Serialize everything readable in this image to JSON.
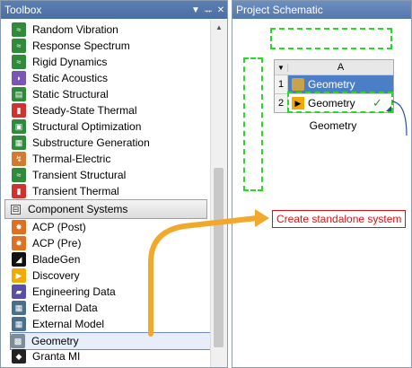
{
  "toolbox": {
    "title": "Toolbox",
    "controls": {
      "dropdown": "▼",
      "pin": "ᅲ",
      "close": "✕"
    },
    "items_top": [
      {
        "label": "Random Vibration",
        "icon": "random-vibration-icon",
        "color": "#2e8b3a"
      },
      {
        "label": "Response Spectrum",
        "icon": "response-spectrum-icon",
        "color": "#2e8b3a"
      },
      {
        "label": "Rigid Dynamics",
        "icon": "rigid-dynamics-icon",
        "color": "#2e8b3a"
      },
      {
        "label": "Static Acoustics",
        "icon": "static-acoustics-icon",
        "color": "#7a55b5"
      },
      {
        "label": "Static Structural",
        "icon": "static-structural-icon",
        "color": "#2e8b3a"
      },
      {
        "label": "Steady-State Thermal",
        "icon": "steady-state-thermal-icon",
        "color": "#d2322d"
      },
      {
        "label": "Structural Optimization",
        "icon": "structural-optimization-icon",
        "color": "#2e8b3a"
      },
      {
        "label": "Substructure Generation",
        "icon": "substructure-generation-icon",
        "color": "#2e8b3a"
      },
      {
        "label": "Thermal-Electric",
        "icon": "thermal-electric-icon",
        "color": "#d27a2d"
      },
      {
        "label": "Transient Structural",
        "icon": "transient-structural-icon",
        "color": "#2e8b3a"
      },
      {
        "label": "Transient Thermal",
        "icon": "transient-thermal-icon",
        "color": "#d2322d"
      }
    ],
    "group": {
      "label": "Component Systems",
      "toggle": "⊟"
    },
    "items_bottom": [
      {
        "label": "ACP (Post)",
        "icon": "acp-post-icon",
        "color": "#e07020"
      },
      {
        "label": "ACP (Pre)",
        "icon": "acp-pre-icon",
        "color": "#e07020"
      },
      {
        "label": "BladeGen",
        "icon": "bladegen-icon",
        "color": "#111111"
      },
      {
        "label": "Discovery",
        "icon": "discovery-icon",
        "color": "#f2a900"
      },
      {
        "label": "Engineering Data",
        "icon": "engineering-data-icon",
        "color": "#5a4ea8"
      },
      {
        "label": "External Data",
        "icon": "external-data-icon",
        "color": "#4a6f8c"
      },
      {
        "label": "External Model",
        "icon": "external-model-icon",
        "color": "#4a6f8c"
      },
      {
        "label": "Geometry",
        "icon": "geometry-icon",
        "color": "#7d8c99",
        "selected": true
      },
      {
        "label": "Granta MI",
        "icon": "granta-mi-icon",
        "color": "#222222"
      }
    ]
  },
  "schematic": {
    "title": "Project Schematic",
    "system": {
      "column_header": "A",
      "rows": [
        {
          "num": "1",
          "label": "Geometry"
        },
        {
          "num": "2",
          "label": "Geometry",
          "status": "✓"
        }
      ],
      "caption": "Geometry"
    },
    "create_label": "Create standalone system"
  },
  "colors": {
    "header_blue": "#4a6fa5",
    "selection_blue": "#4a7fc8",
    "drop_green": "#22dd22",
    "arrow_orange": "#f2a92b",
    "label_red": "#dd1111"
  }
}
